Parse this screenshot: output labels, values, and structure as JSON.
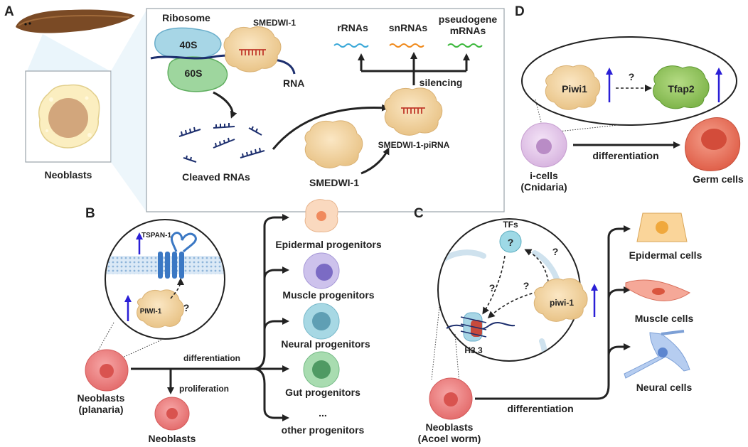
{
  "panels": {
    "a": "A",
    "b": "B",
    "c": "C",
    "d": "D"
  },
  "panel_a": {
    "neoblasts": "Neoblasts",
    "ribosome": "Ribosome",
    "s40": "40S",
    "s60": "60S",
    "smedwi_top": "SMEDWI-1",
    "rna": "RNA",
    "cleaved": "Cleaved RNAs",
    "smedwi_bottom": "SMEDWI-1",
    "complex": "SMEDWI-1-piRNA",
    "silencing": "silencing",
    "rrnas": "rRNAs",
    "snrnas": "snRNAs",
    "pseudogene_l1": "pseudogene",
    "pseudogene_l2": "mRNAs"
  },
  "panel_b": {
    "tspan": "TSPAN-1",
    "piwi": "PIWI-1",
    "q": "?",
    "differentiation": "differentiation",
    "proliferation": "proliferation",
    "source_l1": "Neoblasts",
    "source_l2": "(planaria)",
    "daughter": "Neoblasts",
    "targets": [
      "Epidermal progenitors",
      "Muscle progenitors",
      "Neural progenitors",
      "Gut progenitors",
      "...",
      "other progenitors"
    ]
  },
  "panel_c": {
    "tfs": "TFs",
    "q_tf": "?",
    "q1": "?",
    "q2": "?",
    "q3": "?",
    "piwi": "piwi-1",
    "h33": "H3.3",
    "differentiation": "differentiation",
    "source_l1": "Neoblasts",
    "source_l2": "(Acoel worm)",
    "targets": [
      "Epidermal cells",
      "Muscle cells",
      "Neural cells"
    ]
  },
  "panel_d": {
    "piwi1": "Piwi1",
    "tfap2": "Tfap2",
    "q": "?",
    "differentiation": "differentiation",
    "source_l1": "i-cells",
    "source_l2": "(Cnidaria)",
    "target": "Germ cells"
  },
  "colors": {
    "protein": "#f5d7a6",
    "up_arrow": "#2a1fd6",
    "rrna": "#3aa8d8",
    "snrna": "#f08a1c",
    "mrna": "#3cb83c",
    "rna_strand": "#1d2f6e"
  }
}
